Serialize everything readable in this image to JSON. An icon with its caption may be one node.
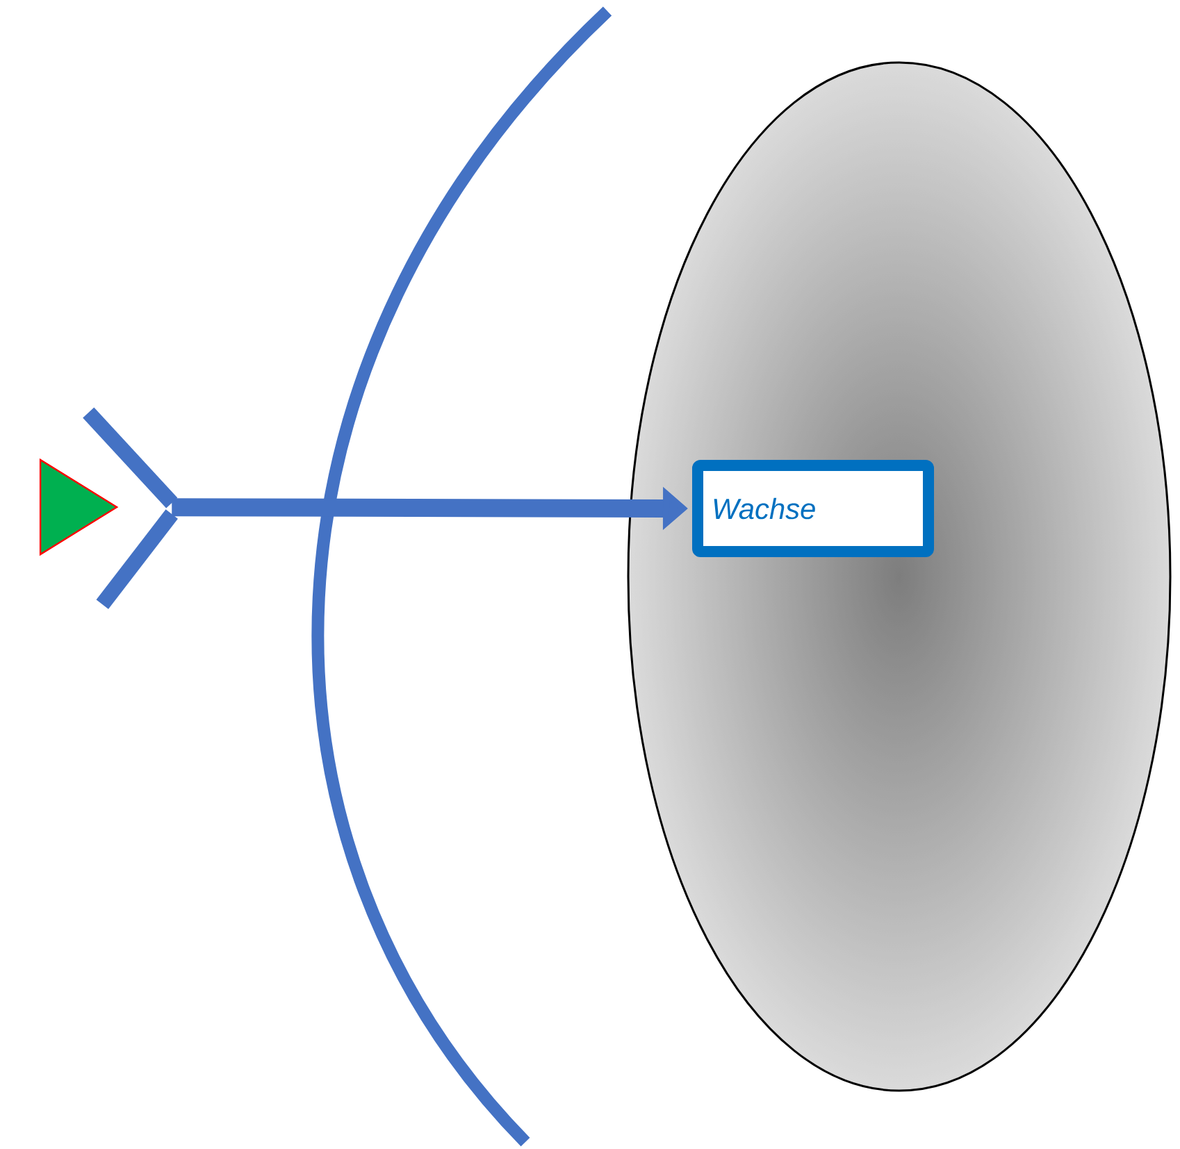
{
  "diagram": {
    "nodes": [
      {
        "text": [],
        "shape": "ellipse"
      },
      {
        "text": [
          "Wachse"
        ],
        "in": 0
      },
      {
        "text": [],
        "shape": "triangle"
      }
    ],
    "edges": [
      {
        "from": 2,
        "to": 1,
        "arrow": "to"
      }
    ]
  }
}
